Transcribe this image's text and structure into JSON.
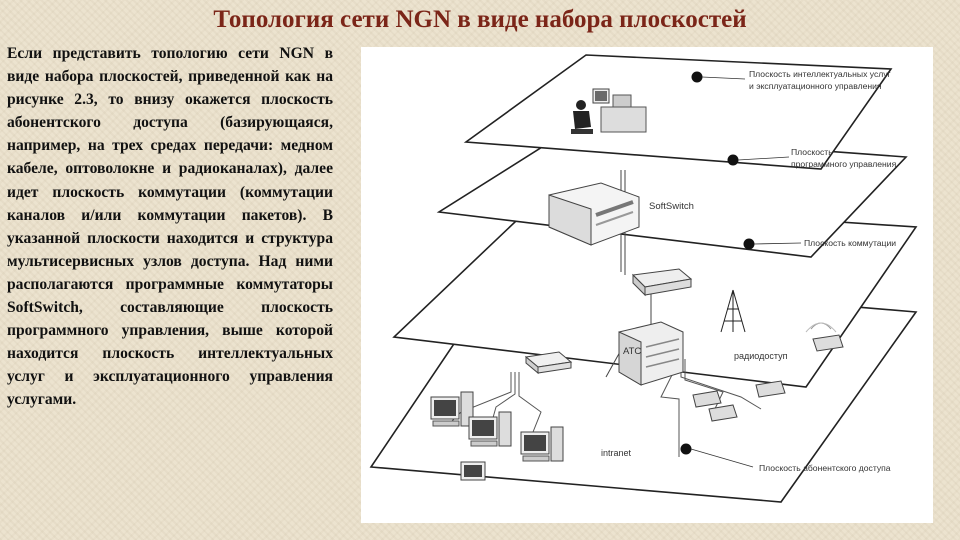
{
  "slide": {
    "title": "Топология сети NGN в виде набора плоскостей",
    "body": "Если представить топологию сети NGN в виде набора плоскостей, приведенной как на рисунке 2.3, то внизу окажется плоскость абонентского доступа (базирующаяся, например, на трех средах передачи: медном кабеле, оптоволокне и радиоканалах), далее идет плоскость коммутации (коммутации каналов и/или коммутации пакетов). В указанной плоскости находится и структура мультисервисных узлов доступа. Над ними располагаются программные коммутаторы SoftSwitch, составляющие плоскость программного управления, выше которой находится плоскость интеллектуальных услуг и эксплуатационного управления услугами."
  },
  "figure": {
    "planes": [
      {
        "label_line1": "Плоскость интеллектуальных услуг",
        "label_line2": "и эксплуатационного управления"
      },
      {
        "label_line1": "Плоскость",
        "label_line2": "программного управления"
      },
      {
        "label_line1": "Плоскость коммутации"
      },
      {
        "label_line1": "Плоскость абонентского доступа"
      }
    ],
    "softswitch_label": "SoftSwitch",
    "ats_label": "АТС",
    "radio_label": "радиодоступ",
    "intranet_label": "intranet"
  }
}
